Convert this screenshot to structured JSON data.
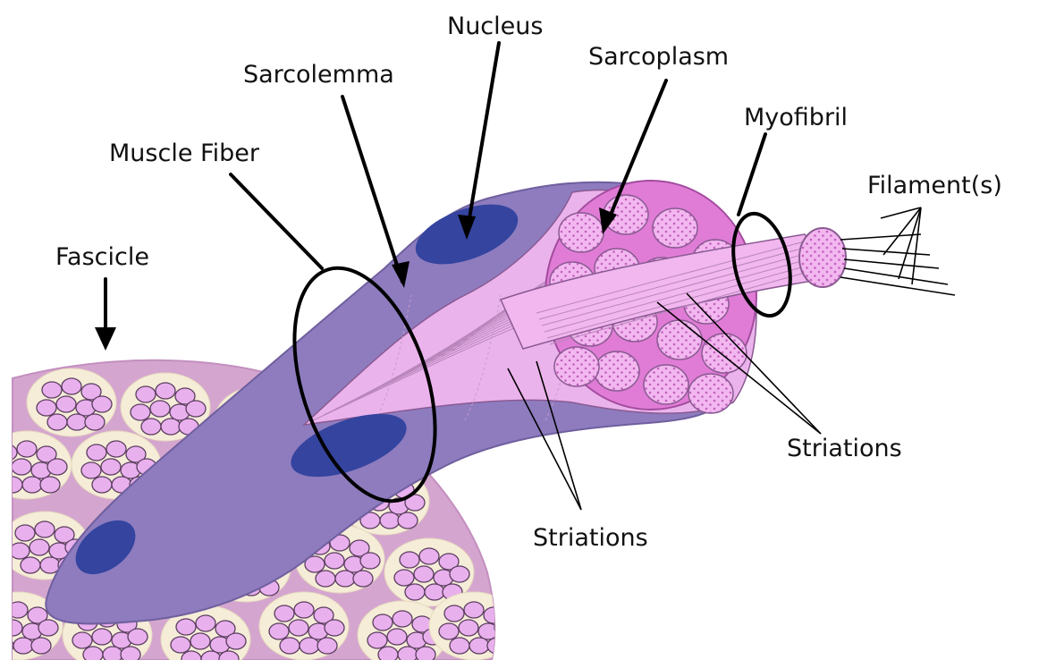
{
  "labels": {
    "nucleus": "Nucleus",
    "sarcoplasm": "Sarcoplasm",
    "sarcolemma": "Sarcolemma",
    "myofibril": "Myofibril",
    "muscle_fiber": "Muscle Fiber",
    "filaments": "Filament(s)",
    "fascicle": "Fascicle",
    "striations_right": "Striations",
    "striations_bottom": "Striations"
  },
  "colors": {
    "fascicle_fill": "#d4a6cf",
    "fascicle_edge": "#c38fbf",
    "fiber_bundle_bg": "#f5edd8",
    "fiber_fill": "#e9b0ee",
    "fiber_edge": "#5a3d5e",
    "muscle_fiber": "#8e7cbf",
    "muscle_fiber_edge": "#6f5f9e",
    "nucleus": "#34449f",
    "myofibril_fill": "#f2b7ef",
    "sarcoplasm_rim": "#e07cd6",
    "leader_line": "#000000"
  }
}
